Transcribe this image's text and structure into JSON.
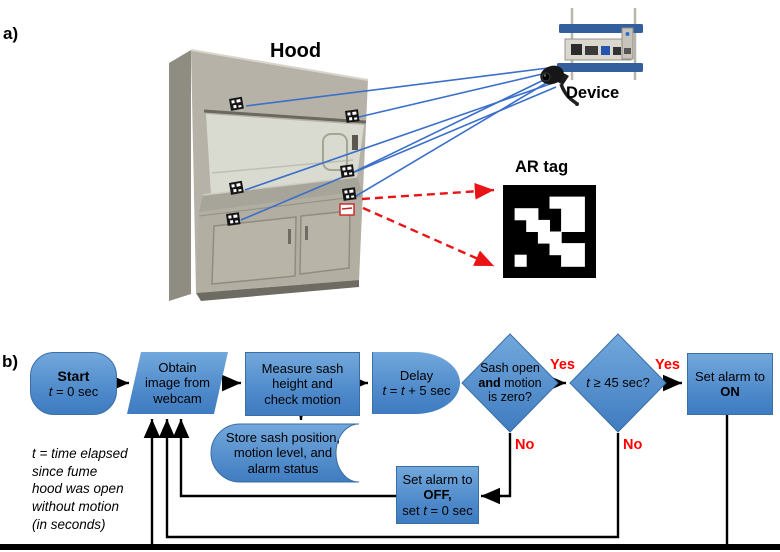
{
  "figure": {
    "panel_a": {
      "label": "a)",
      "hood_label": "Hood",
      "device_label": "Device",
      "ar_tag_label": "AR tag"
    },
    "panel_b": {
      "label": "b)",
      "nodes": {
        "start": {
          "title": "Start",
          "t_var": "t",
          "suffix": " = 0 sec"
        },
        "obtain": {
          "text": "Obtain\nimage from\nwebcam"
        },
        "measure": {
          "text": "Measure sash\nheight and\ncheck motion"
        },
        "delay": {
          "title": "Delay",
          "t1": "t",
          "eq": " = ",
          "t2": "t",
          "suffix": " + 5 sec"
        },
        "decision_sash": {
          "line1": "Sash open",
          "bold": "and",
          "line2_rest": " motion",
          "line3": "is zero?"
        },
        "decision_time": {
          "t_var": "t",
          "suffix": " ≥ 45 sec?"
        },
        "alarm_on": {
          "line1": "Set alarm to",
          "bold": "ON"
        },
        "store": {
          "text": "Store sash position,\nmotion level, and\nalarm status"
        },
        "alarm_off": {
          "line1": "Set alarm to",
          "bold": "OFF,",
          "line3_pre": "set ",
          "t_var": "t",
          "suffix": " = 0 sec"
        }
      },
      "branch_labels": {
        "yes": "Yes",
        "no": "No"
      },
      "note": "t = time elapsed\nsince fume\nhood was open\nwithout motion\n(in seconds)"
    },
    "colors": {
      "node_fill_top": "#72A8DC",
      "node_fill_bottom": "#3F7CC0",
      "node_border": "#3A6EA5",
      "branch_label_red": "#FF0000",
      "sightline_blue": "#3B6FC9",
      "pointer_red": "#E81416",
      "connector_black": "#000000"
    }
  }
}
